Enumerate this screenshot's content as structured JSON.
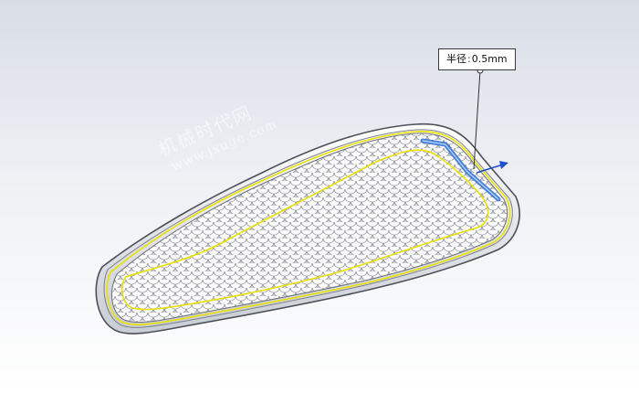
{
  "callout": {
    "label": "半径",
    "separator": ":",
    "value": "0.5mm"
  },
  "watermark": {
    "chinese": "机械时代网",
    "url": "www.jxuge.com"
  },
  "colors": {
    "background_top": "#d9dde6",
    "background_bottom": "#ffffff",
    "edge_highlight": "#e8e000",
    "selected_edge": "#2b6fd6",
    "direction_arrow": "#1f4fd0"
  },
  "icons": [
    "direction-arrow-icon",
    "leader-anchor-icon"
  ]
}
